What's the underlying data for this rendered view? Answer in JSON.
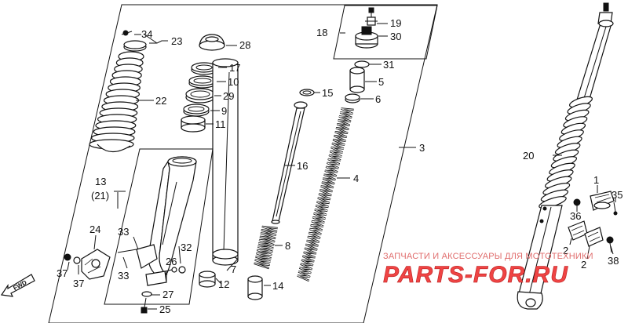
{
  "callouts": {
    "p1": "1",
    "p2a": "2",
    "p2b": "2",
    "p3": "3",
    "p4": "4",
    "p5": "5",
    "p6": "6",
    "p7": "7",
    "p8": "8",
    "p9": "9",
    "p10": "10",
    "p11": "11",
    "p12": "12",
    "p13": "13",
    "p13b": "(21)",
    "p14": "14",
    "p15": "15",
    "p16": "16",
    "p17": "17",
    "p18": "18",
    "p19": "19",
    "p20": "20",
    "p22": "22",
    "p23": "23",
    "p24": "24",
    "p25": "25",
    "p26": "26",
    "p27": "27",
    "p28": "28",
    "p29": "29",
    "p30": "30",
    "p31": "31",
    "p32": "32",
    "p33a": "33",
    "p33b": "33",
    "p34": "34",
    "p35": "35",
    "p36": "36",
    "p37a": "37",
    "p37b": "37",
    "p38": "38"
  },
  "direction_label": "FWD",
  "watermark": {
    "caption": "ЗАПЧАСТИ И АКСЕССУАРЫ ДЛЯ МОТОТЕХНИКИ",
    "brand": "PARTS-FOR.RU"
  },
  "colors": {
    "ink": "#111111",
    "watermark": "#ef4444"
  }
}
